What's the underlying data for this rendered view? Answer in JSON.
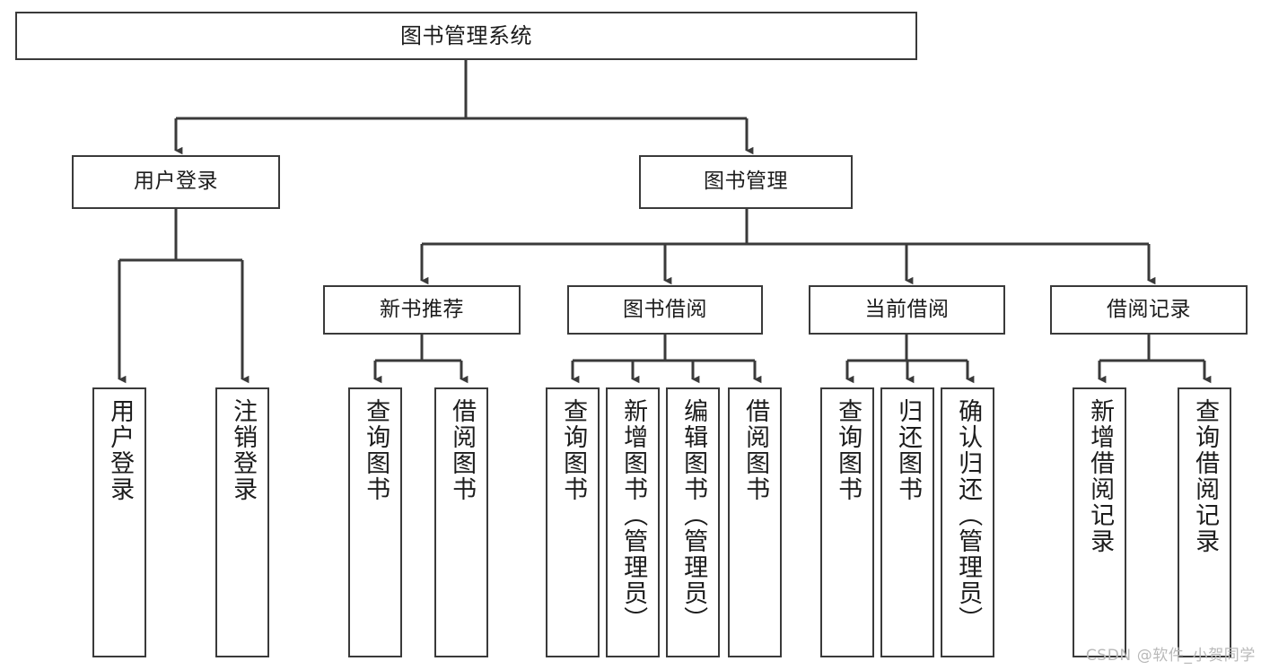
{
  "diagram": {
    "title": "图书管理系统",
    "type": "functional-structure-tree",
    "watermark": "CSDN @软件_小贺同学",
    "colors": {
      "background": "#ffffff",
      "stroke": "#3a3a3a",
      "text": "#1c1c1c",
      "watermark": "#b9b9b9"
    },
    "levels": {
      "root": {
        "label": "图书管理系统"
      },
      "level2": [
        {
          "id": "user-login",
          "label": "用户登录"
        },
        {
          "id": "book-manage",
          "label": "图书管理"
        }
      ],
      "level3": [
        {
          "id": "new-book-rec",
          "label": "新书推荐"
        },
        {
          "id": "book-borrow",
          "label": "图书借阅"
        },
        {
          "id": "current-borrow",
          "label": "当前借阅"
        },
        {
          "id": "borrow-record",
          "label": "借阅记录"
        }
      ],
      "leaves": {
        "user_login": [
          {
            "id": "leaf-user-login",
            "label": "用户登录"
          },
          {
            "id": "leaf-logout-login",
            "label": "注销登录"
          }
        ],
        "new_book_rec": [
          {
            "id": "leaf-query-book-1",
            "label": "查询图书"
          },
          {
            "id": "leaf-borrow-book-1",
            "label": "借阅图书"
          }
        ],
        "book_borrow": [
          {
            "id": "leaf-query-book-2",
            "label": "查询图书"
          },
          {
            "id": "leaf-add-book",
            "label": "新增图书（管理员）"
          },
          {
            "id": "leaf-edit-book",
            "label": "编辑图书（管理员）"
          },
          {
            "id": "leaf-borrow-book-2",
            "label": "借阅图书"
          }
        ],
        "current_borrow": [
          {
            "id": "leaf-query-book-3",
            "label": "查询图书"
          },
          {
            "id": "leaf-return-book",
            "label": "归还图书"
          },
          {
            "id": "leaf-confirm-return",
            "label": "确认归还（管理员）"
          }
        ],
        "borrow_record": [
          {
            "id": "leaf-add-record",
            "label": "新增借阅记录"
          },
          {
            "id": "leaf-query-record",
            "label": "查询借阅记录"
          }
        ]
      }
    }
  }
}
